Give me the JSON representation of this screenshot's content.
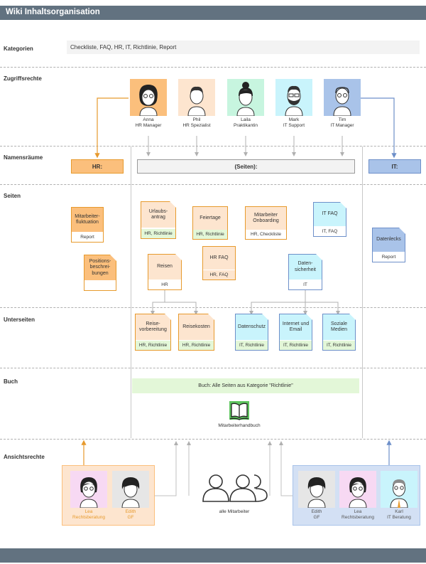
{
  "header": {
    "title": "Wiki Inhaltsorganisation"
  },
  "sections": {
    "kategorien": "Kategorien",
    "zugriffsrechte": "Zugriffsrechte",
    "namensraeume": "Namensräume",
    "seiten": "Seiten",
    "unterseiten": "Unterseiten",
    "buch": "Buch",
    "ansichtsrechte": "Ansichtsrechte"
  },
  "categories": {
    "text": "Checkliste, FAQ, HR, IT, Richtlinie, Report"
  },
  "access_people": [
    {
      "name": "Anna",
      "role": "HR Manager"
    },
    {
      "name": "Phil",
      "role": "HR Spezialist"
    },
    {
      "name": "Laila",
      "role": "Praktikantin"
    },
    {
      "name": "Mark",
      "role": "IT Support"
    },
    {
      "name": "Tim",
      "role": "IT Manager"
    }
  ],
  "namespaces": {
    "hr": "HR:",
    "pages": "(Seiten):",
    "it": "IT:"
  },
  "pages": {
    "mitarbeiterfluktuation": {
      "title": "Mitarbeiter-\nfluktuation",
      "tag": "Report"
    },
    "positionsbeschreibungen": {
      "title": "Positions-\nbeschrei-\nbungen",
      "tag": ""
    },
    "urlaubsantrag": {
      "title": "Urlaubs-\nantrag",
      "tag": "HR, Richtlinie"
    },
    "feiertage": {
      "title": "Feiertage",
      "tag": "HR, Richtlinie"
    },
    "onboarding": {
      "title": "Mitarbeiter\nOnboarding",
      "tag": "HR, Checkliste"
    },
    "itfaq": {
      "title": "IT FAQ",
      "tag": "IT, FAQ"
    },
    "datenlecks": {
      "title": "Datenlecks",
      "tag": "Report"
    },
    "hrfaq": {
      "title": "HR FAQ",
      "tag": "HR, FAQ"
    },
    "reisen": {
      "title": "Reisen",
      "tag": "HR"
    },
    "datensicherheit": {
      "title": "Daten-\nsicherheit",
      "tag": "IT"
    }
  },
  "subpages": {
    "reisevorbereitung": {
      "title": "Reise-\nvorbereitung",
      "tag": "HR, Richtlinie"
    },
    "reisekosten": {
      "title": "Reisekosten",
      "tag": "HR, Richtlinie"
    },
    "datenschutz": {
      "title": "Datenschutz",
      "tag": "IT, Richtlinie"
    },
    "internet": {
      "title": "Internet und\nEmail",
      "tag": "IT, Richtlinie"
    },
    "sozialemedien": {
      "title": "Soziale\nMedien",
      "tag": "IT, Richtlinie"
    }
  },
  "book": {
    "bar": "Buch: Alle Seiten aus Kategorie \"Richtlinie\"",
    "name": "Mitarbeiterhandbuch"
  },
  "view": {
    "hr_group": [
      {
        "name": "Lea",
        "role": "Rechtsberatung"
      },
      {
        "name": "Edith",
        "role": "GF"
      }
    ],
    "all": "alle Mitarbeiter",
    "it_group": [
      {
        "name": "Edith",
        "role": "GF"
      },
      {
        "name": "Lea",
        "role": "Rechtsberatung"
      },
      {
        "name": "Karl",
        "role": "IT Beratung"
      }
    ]
  },
  "colors": {
    "header": "#627280",
    "hr_fill": "#fbbf7c",
    "hr_border": "#e79a2d",
    "hr_light": "#fde5cf",
    "pink": "#f7d9f3",
    "mint": "#c7f5df",
    "cyan": "#c9f4fc",
    "it_fill": "#a9c3e9",
    "it_border": "#6d8fc9",
    "pages_border": "#9a9a9a"
  }
}
